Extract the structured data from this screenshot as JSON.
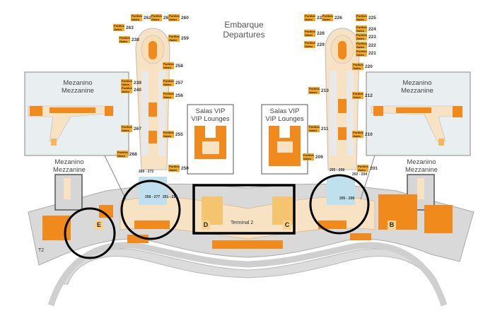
{
  "header": {
    "line1": "Embarque",
    "line2": "Departures"
  },
  "mezzanine": {
    "line1": "Mezanino",
    "line2": "Mezzanine"
  },
  "vip": {
    "line1": "Salas VIP",
    "line2": "VIP Lounges"
  },
  "terminal_label": "Terminal 2",
  "terminal_short": "T2",
  "gate_tag_text": "Portões Gates",
  "left_pier_gates_left": [
    "263",
    "238",
    "239",
    "240",
    "267",
    "268"
  ],
  "left_pier_gates_right": [
    "262",
    "261",
    "260",
    "259",
    "258",
    "257",
    "256",
    "255",
    "250"
  ],
  "left_pier_gate_ranges": [
    "251 - 254",
    "258 - 277",
    "269 - 272"
  ],
  "right_pier_gates_left": [
    "227",
    "228",
    "229",
    "213",
    "211",
    "209"
  ],
  "right_pier_gates_right": [
    "226",
    "225",
    "224",
    "223",
    "222",
    "221",
    "220",
    "212",
    "210",
    "201"
  ],
  "right_pier_gate_ranges": [
    "205 - 208",
    "205 - 208",
    "202 - 204"
  ],
  "pier_letters": [
    "E",
    "D",
    "C",
    "B"
  ],
  "colors": {
    "accent_orange": "#f08a1c",
    "light_orange": "#fbd38d",
    "concourse": "#f7e3c4",
    "building_grey": "#d6d6d6",
    "panel_grey": "#e9eef0",
    "road": "#dcdcdc",
    "highlight_outline": "#000000"
  },
  "icons": [
    "restroom-icon",
    "escalator-icon",
    "elevator-icon",
    "information-icon"
  ]
}
